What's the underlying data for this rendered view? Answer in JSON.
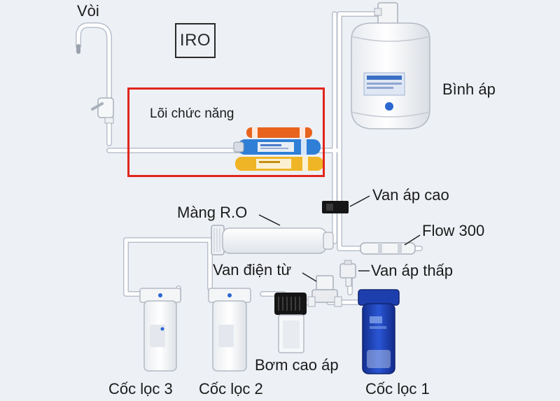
{
  "brand": {
    "logo_text": "IRO"
  },
  "labels": {
    "faucet": "Vòi",
    "pressure_tank": "Bình áp",
    "function_cores": "Lõi chức năng",
    "high_pressure_valve": "Van áp cao",
    "ro_membrane": "Màng R.O",
    "flow": "Flow 300",
    "solenoid_valve": "Van điện từ",
    "low_pressure_valve": "Van áp thấp",
    "filter_cup_3": "Cốc lọc 3",
    "filter_cup_2": "Cốc lọc 2",
    "booster_pump": "Bơm cao áp",
    "filter_cup_1": "Cốc lọc 1"
  },
  "colors": {
    "highlight_border": "#e1251b",
    "core_orange": "#e8641e",
    "core_blue": "#2f7fd6",
    "core_yellow": "#f0b526",
    "cup_1_blue": "#1d3fae",
    "tube": "#ffffff",
    "tube_outline": "#b9c0cc"
  }
}
